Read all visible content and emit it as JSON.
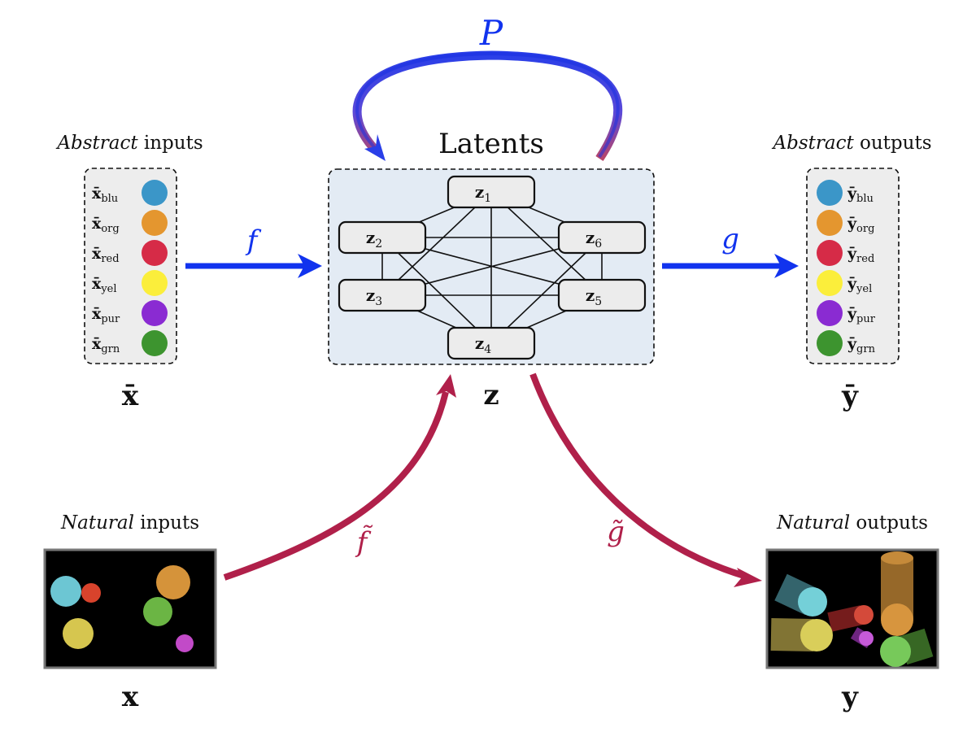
{
  "abstract_inputs": {
    "caption_italic": "Abstract",
    "caption_rest": " inputs",
    "symbol": "x̄",
    "items": [
      {
        "base": "x̄",
        "sub": "blu",
        "color": "#3b96c8"
      },
      {
        "base": "x̄",
        "sub": "org",
        "color": "#e4962f"
      },
      {
        "base": "x̄",
        "sub": "red",
        "color": "#d62b47"
      },
      {
        "base": "x̄",
        "sub": "yel",
        "color": "#fbee3b"
      },
      {
        "base": "x̄",
        "sub": "pur",
        "color": "#8a2bd2"
      },
      {
        "base": "x̄",
        "sub": "grn",
        "color": "#3d942f"
      }
    ]
  },
  "abstract_outputs": {
    "caption_italic": "Abstract",
    "caption_rest": " outputs",
    "symbol": "ȳ",
    "items": [
      {
        "base": "ȳ",
        "sub": "blu",
        "color": "#3b96c8"
      },
      {
        "base": "ȳ",
        "sub": "org",
        "color": "#e4962f"
      },
      {
        "base": "ȳ",
        "sub": "red",
        "color": "#d62b47"
      },
      {
        "base": "ȳ",
        "sub": "yel",
        "color": "#fbee3b"
      },
      {
        "base": "ȳ",
        "sub": "pur",
        "color": "#8a2bd2"
      },
      {
        "base": "ȳ",
        "sub": "grn",
        "color": "#3d942f"
      }
    ]
  },
  "latents": {
    "title": "Latents",
    "symbol": "z",
    "nodes": [
      {
        "base": "z",
        "sub": "1"
      },
      {
        "base": "z",
        "sub": "2"
      },
      {
        "base": "z",
        "sub": "3"
      },
      {
        "base": "z",
        "sub": "4"
      },
      {
        "base": "z",
        "sub": "5"
      },
      {
        "base": "z",
        "sub": "6"
      }
    ]
  },
  "arrows": {
    "f": "f",
    "g": "g",
    "p": "P",
    "f_tilde": "f̃",
    "g_tilde": "g̃"
  },
  "natural_inputs": {
    "caption_italic": "Natural",
    "caption_rest": " inputs",
    "symbol": "x"
  },
  "natural_outputs": {
    "caption_italic": "Natural",
    "caption_rest": " outputs",
    "symbol": "y"
  },
  "colors": {
    "blue_arrow": "#1133ee",
    "crimson_arrow": "#b0204a",
    "latent_bg": "#e3ebf4",
    "node_fill": "#ececec",
    "panel_bg": "#ededed",
    "scene_bg": "#000000"
  }
}
